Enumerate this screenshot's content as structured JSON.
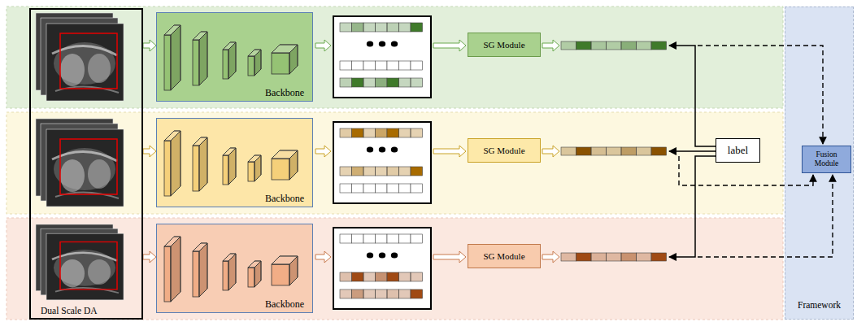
{
  "diagram": {
    "nodes": [
      {
        "text": [
          "Dual Scale DA"
        ]
      },
      {
        "text": [
          "Backbone"
        ]
      },
      {
        "text": [
          "SG Module"
        ]
      },
      {
        "text": [
          "Backbone"
        ]
      },
      {
        "text": [
          "SG Module"
        ]
      },
      {
        "text": [
          "Backbone"
        ]
      },
      {
        "text": [
          "SG Module"
        ]
      },
      {
        "text": [
          "label"
        ]
      },
      {
        "text": [
          "Framework"
        ]
      },
      {
        "text": [
          "Fusion Module"
        ],
        "in": 8
      }
    ],
    "edges": [
      {
        "from": 0,
        "to": 1,
        "arrow": "to"
      },
      {
        "from": 0,
        "to": 3,
        "arrow": "to"
      },
      {
        "from": 0,
        "to": 5,
        "arrow": "to"
      }
    ]
  }
}
